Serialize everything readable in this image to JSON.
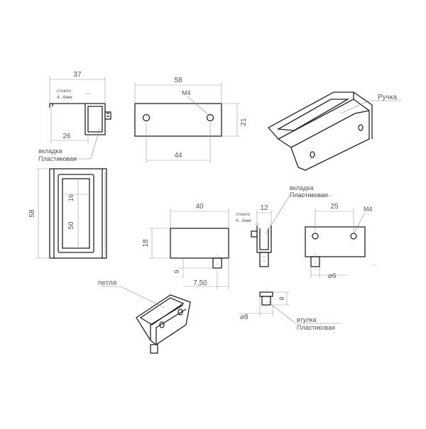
{
  "dims": {
    "v1_width": "37",
    "v1_inner": "26",
    "v1_glass": "стекло",
    "v1_glass_range": "4...6мм",
    "v2_width": "58",
    "v2_height": "21",
    "v2_holes": "44",
    "v2_thread": "M4",
    "v3_height": "58",
    "v3_slot_w": "16",
    "v3_slot_h": "50",
    "v4_width": "40",
    "v4_height": "18",
    "v4_pin_len": "9",
    "v4_pin_off": "7,50",
    "v5_glass": "стекло",
    "v5_glass_range": "4...6мм",
    "v5_gap": "12",
    "v6_holes": "25",
    "v6_thread": "M4",
    "v6_pin_d": "⌀6",
    "v7_height": "8",
    "v7_dia": "⌀8"
  },
  "labels": {
    "insert1_l1": "вкладка",
    "insert1_l2": "Пластиковая",
    "handle": "Ручка",
    "insert2_l1": "вкладка",
    "insert2_l2": "Пластиковая",
    "hinge": "петля",
    "bushing_l1": "втулка",
    "bushing_l2": "Пластиковая"
  }
}
